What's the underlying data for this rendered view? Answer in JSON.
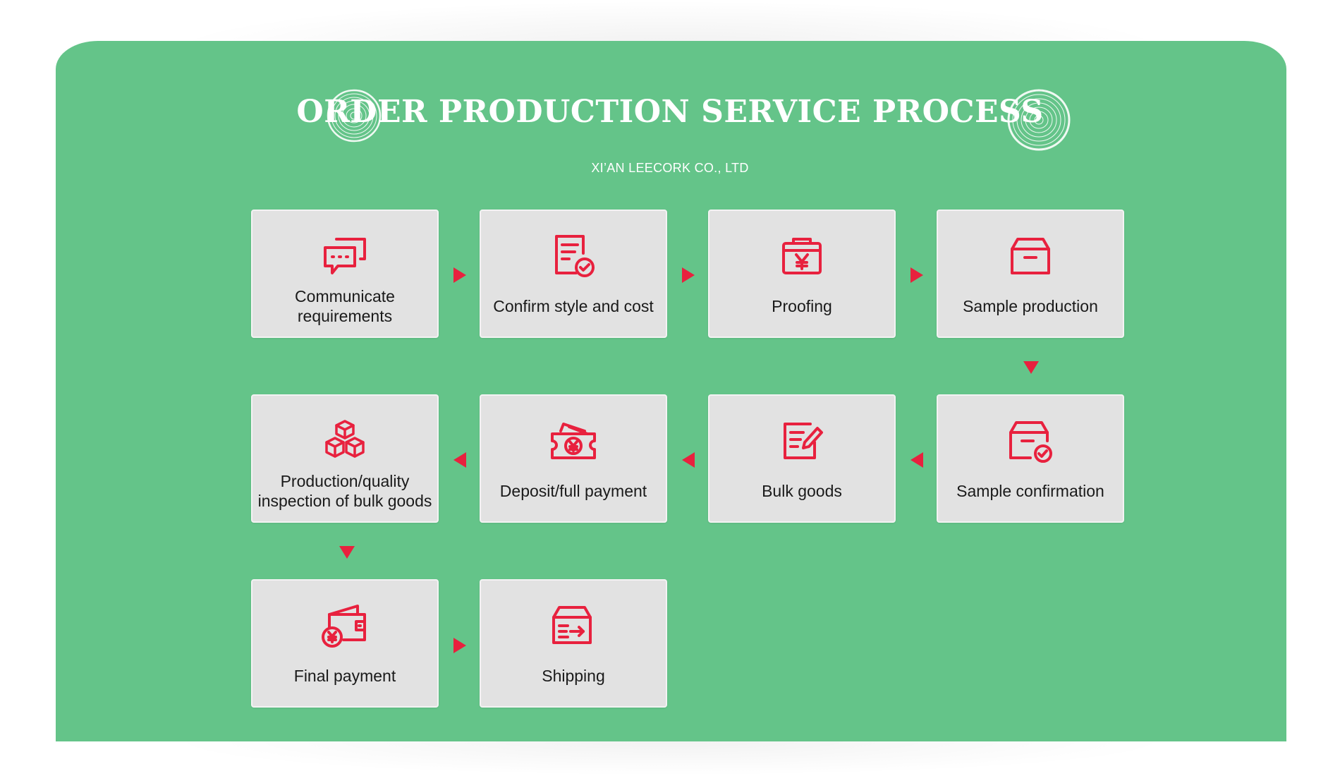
{
  "header": {
    "title": "ORDER PRODUCTION SERVICE PROCESS",
    "subtitle": "XI’AN LEECORK CO., LTD"
  },
  "colors": {
    "background_green": "#64c489",
    "card_gray": "#e2e2e2",
    "accent_red": "#e8213e",
    "title_white": "#ffffff"
  },
  "steps": [
    {
      "label": "Communicate requirements",
      "icon": "chat-bubbles-icon"
    },
    {
      "label": "Confirm style and cost",
      "icon": "document-check-icon"
    },
    {
      "label": "Proofing",
      "icon": "yen-bag-icon"
    },
    {
      "label": "Sample production",
      "icon": "box-icon"
    },
    {
      "label": "Sample confirmation",
      "icon": "box-check-icon"
    },
    {
      "label": "Bulk goods",
      "icon": "edit-document-icon"
    },
    {
      "label": "Deposit/full payment",
      "icon": "yen-ticket-icon"
    },
    {
      "label": "Production/quality inspection of bulk goods",
      "icon": "stacked-cubes-icon"
    },
    {
      "label": "Final payment",
      "icon": "wallet-yen-icon"
    },
    {
      "label": "Shipping",
      "icon": "shipping-box-icon"
    }
  ],
  "flow_arrows": [
    "right",
    "right",
    "right",
    "down",
    "left",
    "left",
    "left",
    "down",
    "right"
  ]
}
